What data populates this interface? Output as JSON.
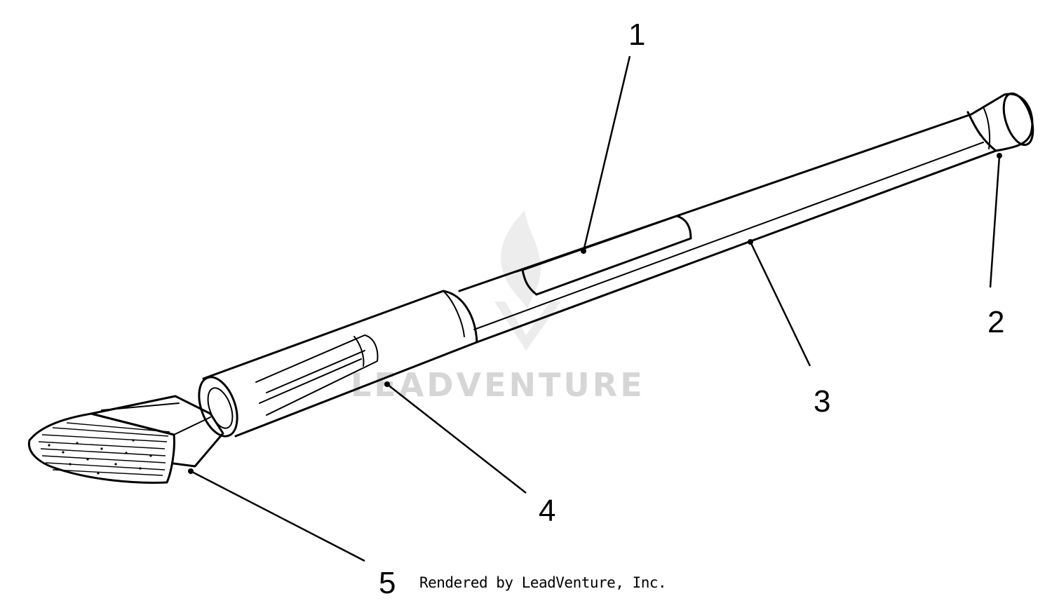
{
  "diagram": {
    "callouts": [
      {
        "id": "1",
        "label": "1"
      },
      {
        "id": "2",
        "label": "2"
      },
      {
        "id": "3",
        "label": "3"
      },
      {
        "id": "4",
        "label": "4"
      },
      {
        "id": "5",
        "label": "5"
      }
    ],
    "credit": "Rendered by LeadVenture, Inc.",
    "watermark": "LEADVENTURE"
  }
}
